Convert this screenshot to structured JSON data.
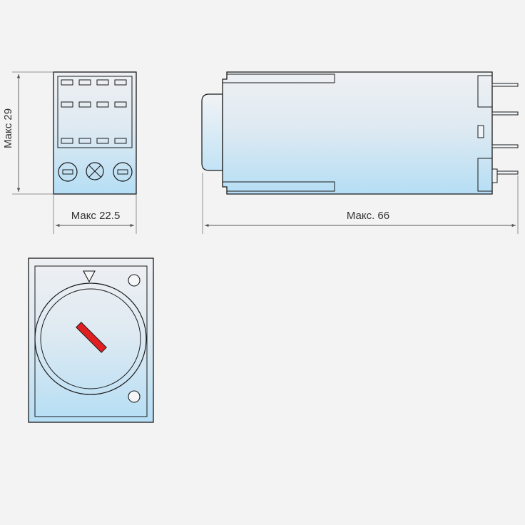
{
  "dimensions": {
    "width_label": "Макс 22.5",
    "height_label": "Макс 29",
    "length_label": "Макс. 66"
  },
  "colors": {
    "background": "#f3f3f3",
    "outline": "#1a1a1a",
    "dimension_line": "#555555",
    "body_gradient_top": "#eef0f3",
    "body_gradient_bottom": "#b8e0f6",
    "knob_indicator": "#e02020"
  },
  "views": {
    "front": {
      "socket_rows": 3,
      "socket_columns": 4,
      "bottom_icons": [
        "minus-slot-icon",
        "cross-lamp-icon",
        "minus-slot-icon"
      ]
    },
    "side": {
      "pins": 4
    },
    "top": {
      "indicator_icon": "triangle-down-icon",
      "knob": "rotary-knob"
    }
  }
}
